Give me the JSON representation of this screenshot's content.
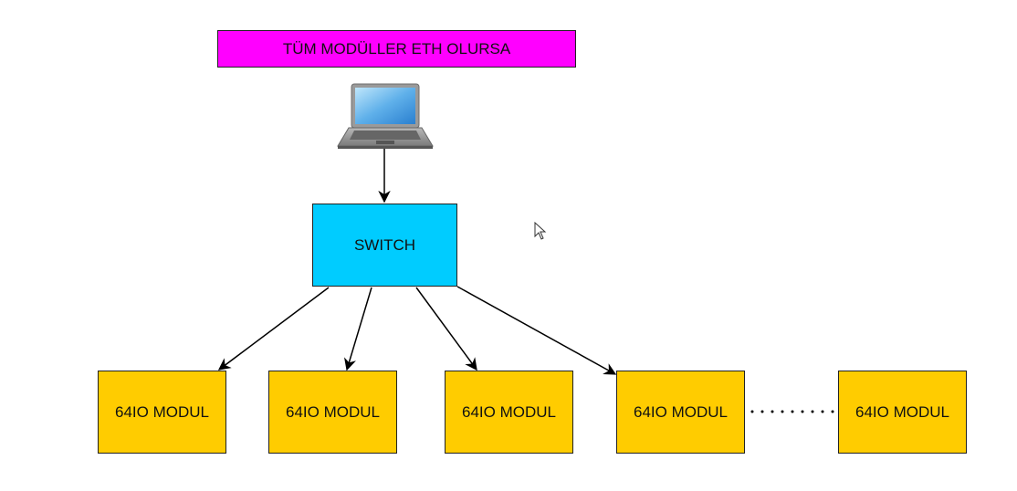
{
  "diagram": {
    "title": "TÜM MODÜLLER ETH OLURSA",
    "computer": {
      "icon": "laptop-icon"
    },
    "switch": {
      "label": "SWITCH"
    },
    "modules": [
      {
        "label": "64IO MODUL"
      },
      {
        "label": "64IO MODUL"
      },
      {
        "label": "64IO MODUL"
      },
      {
        "label": "64IO MODUL"
      },
      {
        "label": "64IO MODUL"
      }
    ],
    "ellipsis": ". . . . . . . . .",
    "colors": {
      "title_fill": "#ff00ff",
      "switch_fill": "#00ccff",
      "module_fill": "#ffcc00",
      "edge": "#000000"
    },
    "edges": [
      {
        "from": "computer",
        "to": "switch"
      },
      {
        "from": "switch",
        "to": "module-1"
      },
      {
        "from": "switch",
        "to": "module-2"
      },
      {
        "from": "switch",
        "to": "module-3"
      },
      {
        "from": "switch",
        "to": "module-4"
      }
    ]
  }
}
